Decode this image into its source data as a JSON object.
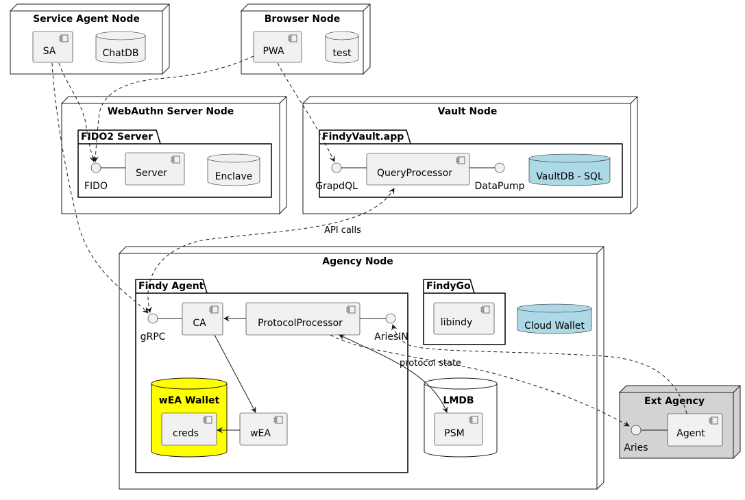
{
  "nodes": {
    "service_agent": "Service Agent Node",
    "browser": "Browser Node",
    "webauthn": "WebAuthn Server Node",
    "vault": "Vault Node",
    "agency": "Agency Node",
    "ext_agency": "Ext Agency"
  },
  "packages": {
    "fido2_server": "FIDO2 Server",
    "findy_vault": "FindyVault.app",
    "findy_agent": "Findy Agent",
    "findy_go": "FindyGo"
  },
  "components": {
    "sa": "SA",
    "pwa": "PWA",
    "server": "Server",
    "query_processor": "QueryProcessor",
    "ca": "CA",
    "protocol_processor": "ProtocolProcessor",
    "wea": "wEA",
    "creds": "creds",
    "libindy": "libindy",
    "psm": "PSM",
    "agent": "Agent"
  },
  "databases": {
    "chatdb": "ChatDB",
    "test": "test",
    "enclave": "Enclave",
    "vaultdb": "VaultDB - SQL",
    "cloud_wallet": "Cloud Wallet",
    "wea_wallet": "wEA Wallet",
    "lmdb": "LMDB"
  },
  "interfaces": {
    "fido": "FIDO",
    "grapdql": "GrapdQL",
    "datapump": "DataPump",
    "grpc": "gRPC",
    "aries_in": "AriesIN",
    "aries": "Aries"
  },
  "edge_labels": {
    "api_calls": "API calls",
    "protocol_state": "protocol state"
  },
  "colors": {
    "vaultdb_fill": "#add8e6",
    "cloud_wallet_fill": "#add8e6",
    "wea_wallet_fill": "#ffff00",
    "ext_agency_fill": "#d3d3d3",
    "component_fill": "#f1f1f1"
  }
}
